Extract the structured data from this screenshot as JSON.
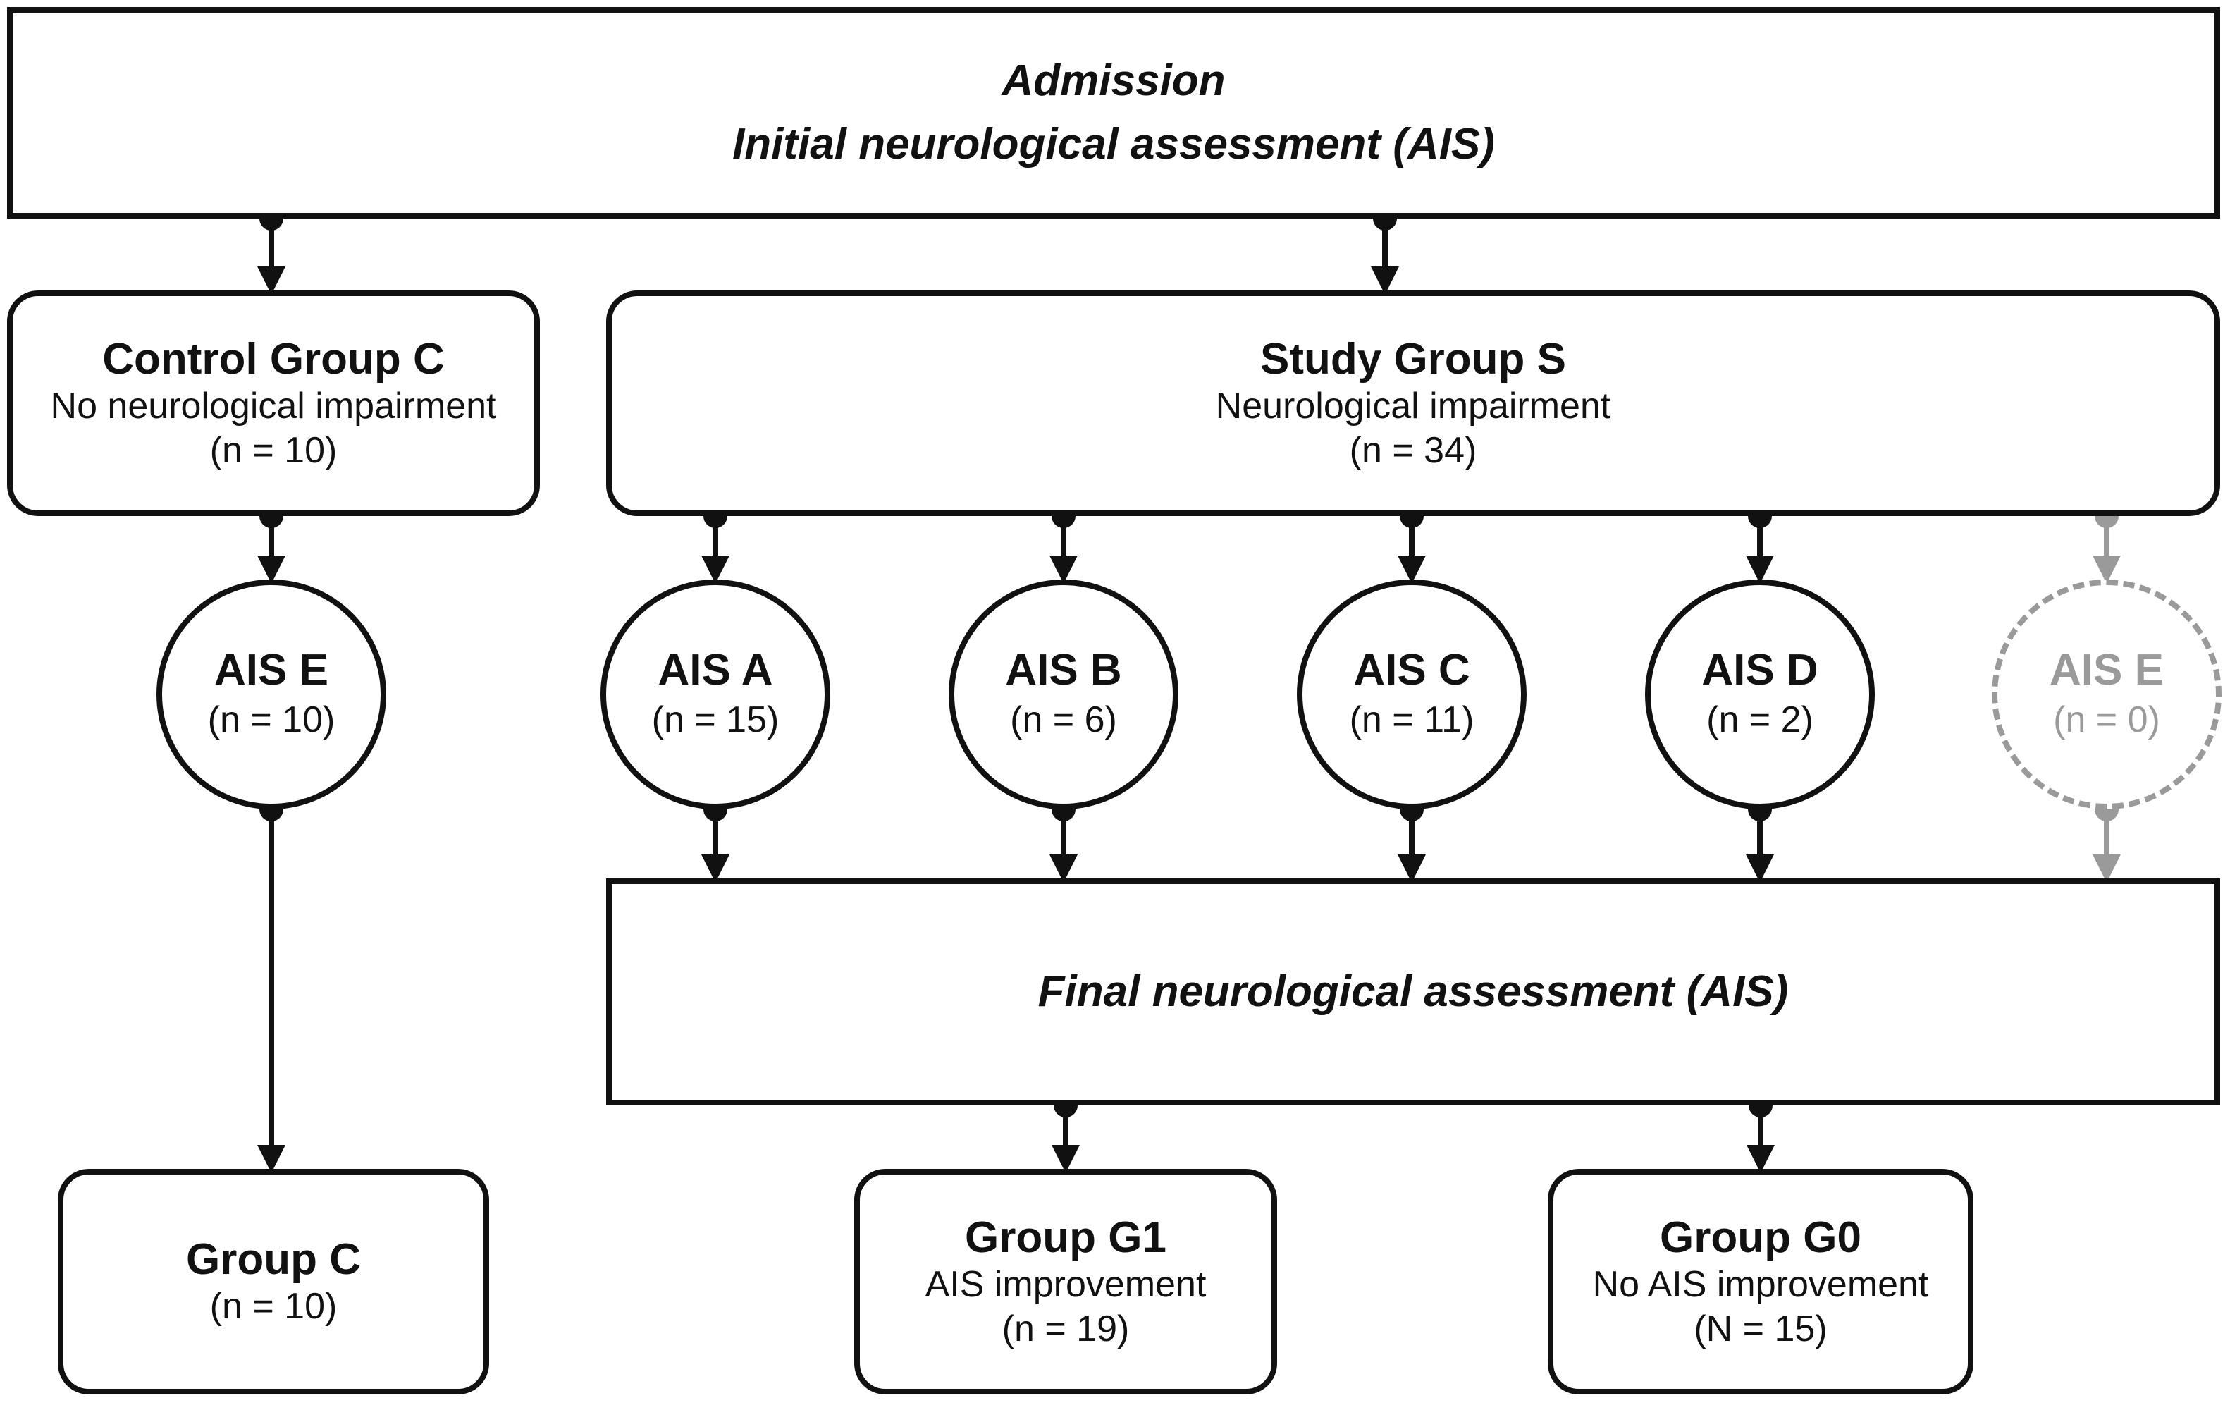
{
  "admission": {
    "line1": "Admission",
    "line2": "Initial neurological assessment (AIS)"
  },
  "control_group": {
    "title": "Control Group C",
    "subtitle": "No neurological impairment",
    "count": "(n = 10)"
  },
  "study_group": {
    "title": "Study Group S",
    "subtitle": "Neurological impairment",
    "count": "(n = 34)"
  },
  "ais_nodes": [
    {
      "label": "AIS E",
      "count": "(n = 10)"
    },
    {
      "label": "AIS A",
      "count": "(n = 15)"
    },
    {
      "label": "AIS B",
      "count": "(n = 6)"
    },
    {
      "label": "AIS C",
      "count": "(n = 11)"
    },
    {
      "label": "AIS D",
      "count": "(n = 2)"
    },
    {
      "label": "AIS E",
      "count": "(n = 0)"
    }
  ],
  "final_assessment": {
    "label": "Final neurological assessment (AIS)"
  },
  "outcomes": {
    "group_c": {
      "title": "Group C",
      "count": "(n = 10)"
    },
    "group_g1": {
      "title": "Group G1",
      "subtitle": "AIS improvement",
      "count": "(n = 19)"
    },
    "group_g0": {
      "title": "Group G0",
      "subtitle": "No AIS improvement",
      "count": "(N = 15)"
    }
  },
  "colors": {
    "line": "#111111",
    "muted": "#9a9a9a"
  }
}
